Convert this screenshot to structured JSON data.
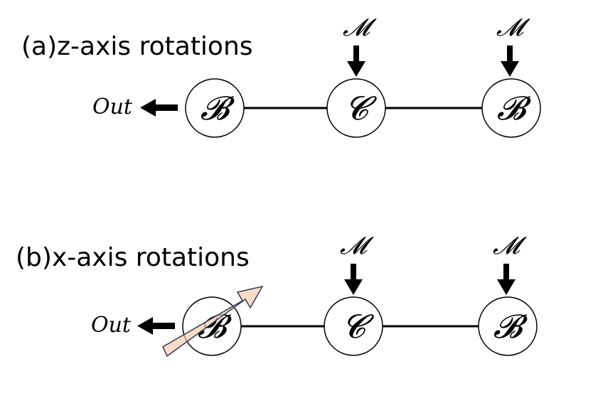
{
  "panels": [
    {
      "caption": "(a)z-axis rotations",
      "output_label": "Out",
      "nodes": [
        {
          "label": "𝓑"
        },
        {
          "label": "𝓒"
        },
        {
          "label": "𝓑"
        }
      ],
      "inputs": [
        "𝓜",
        "𝓜"
      ]
    },
    {
      "caption": "(b)x-axis rotations",
      "output_label": "Out",
      "nodes": [
        {
          "label": "𝓑"
        },
        {
          "label": "𝓒"
        },
        {
          "label": "𝓑"
        }
      ],
      "inputs": [
        "𝓜",
        "𝓜"
      ],
      "highlight_arrow_color": "#f6c9a9"
    }
  ]
}
